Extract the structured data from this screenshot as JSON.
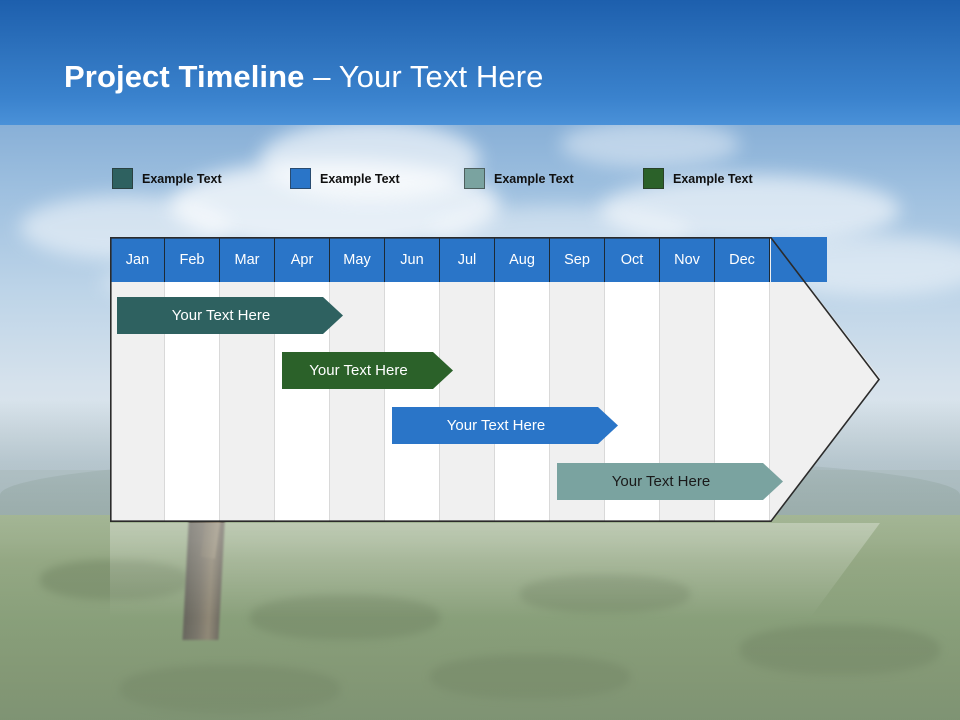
{
  "slide": {
    "title_strong": "Project Timeline",
    "title_light": " – Your Text Here"
  },
  "legend": {
    "items": [
      {
        "label": "Example Text",
        "color": "#2e6160"
      },
      {
        "label": "Example Text",
        "color": "#2a75c8"
      },
      {
        "label": "Example Text",
        "color": "#7aa3a0"
      },
      {
        "label": "Example Text",
        "color": "#2b6129"
      }
    ]
  },
  "timeline": {
    "months": [
      "Jan",
      "Feb",
      "Mar",
      "Apr",
      "May",
      "Jun",
      "Jul",
      "Aug",
      "Sep",
      "Oct",
      "Nov",
      "Dec"
    ],
    "header_bg": "#2a75c8",
    "header_text_color": "#ffffff",
    "body_bg": "#f0f0f0",
    "stripe_color": "#ffffff",
    "bars": [
      {
        "label": "Your  Text Here",
        "color": "#2e6160",
        "text_color": "#ffffff",
        "start_month": "Jan",
        "end_month": "Apr",
        "row": 1
      },
      {
        "label": "Your  Text Here",
        "color": "#2b6129",
        "text_color": "#ffffff",
        "start_month": "Apr",
        "end_month": "Jun",
        "row": 2
      },
      {
        "label": "Your  Text Here",
        "color": "#2a75c8",
        "text_color": "#ffffff",
        "start_month": "Jun",
        "end_month": "Sep",
        "row": 3
      },
      {
        "label": "Your  Text Here",
        "color": "#7aa3a0",
        "text_color": "#1a1a1a",
        "start_month": "Sep",
        "end_month": "Dec",
        "row": 4
      }
    ]
  }
}
